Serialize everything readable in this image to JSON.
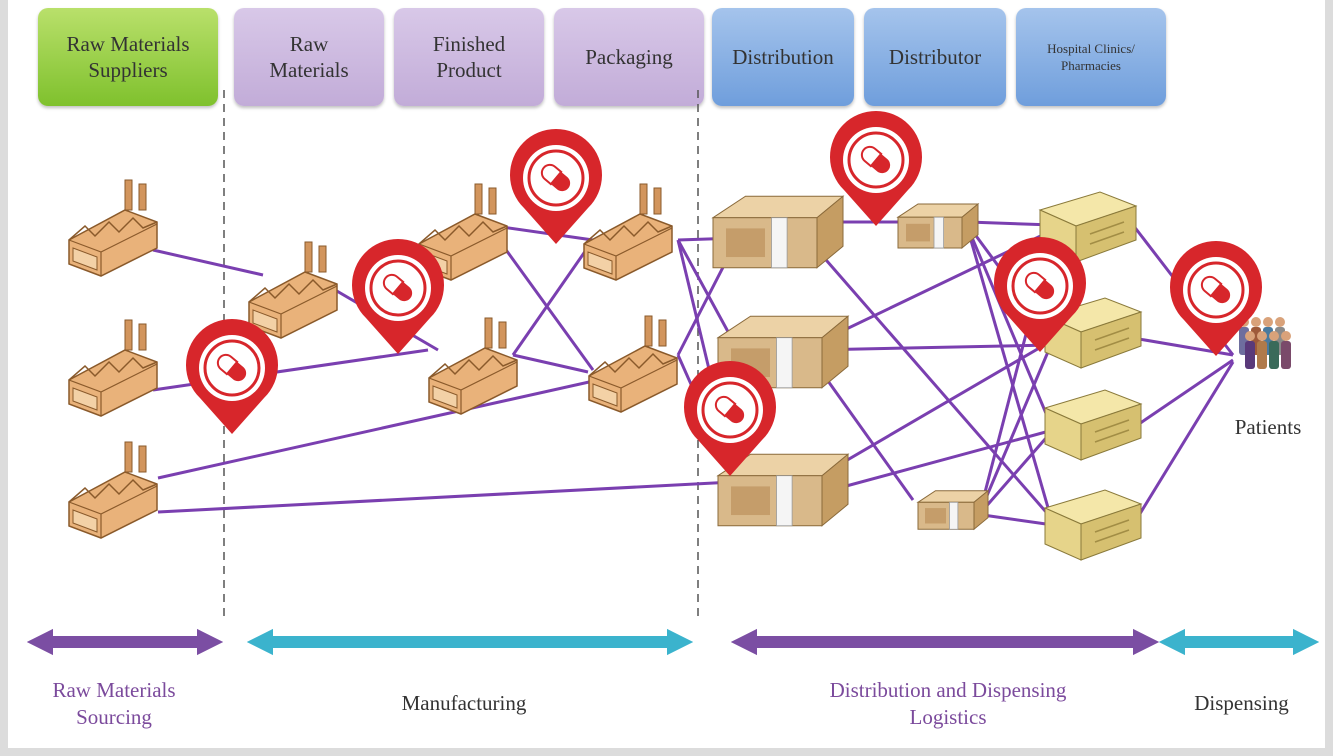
{
  "stages": {
    "raw_suppliers": "Raw Materials\nSuppliers",
    "raw_materials": "Raw\nMaterials",
    "finished_product": "Finished\nProduct",
    "packaging": "Packaging",
    "distribution": "Distribution",
    "distributor": "Distributor",
    "hospital": "Hospital Clinics/\nPharmacies"
  },
  "patients_label": "Patients",
  "phases": {
    "sourcing": "Raw Materials\nSourcing",
    "manufacturing": "Manufacturing",
    "logistics": "Distribution and Dispensing\nLogistics",
    "dispensing": "Dispensing"
  },
  "colors": {
    "link": "#7a3fb0",
    "marker": "#d7262b",
    "factory": "#e9b27a",
    "box": "#d9b98a",
    "arrow_purple": "#7b4ea3",
    "arrow_teal": "#3bb3cd"
  },
  "icons": {
    "factory": "factory-icon",
    "box": "package-box-icon",
    "pharmacy": "pharmacy-building-icon",
    "marker": "pill-map-marker-icon",
    "patients": "patients-group-icon"
  }
}
